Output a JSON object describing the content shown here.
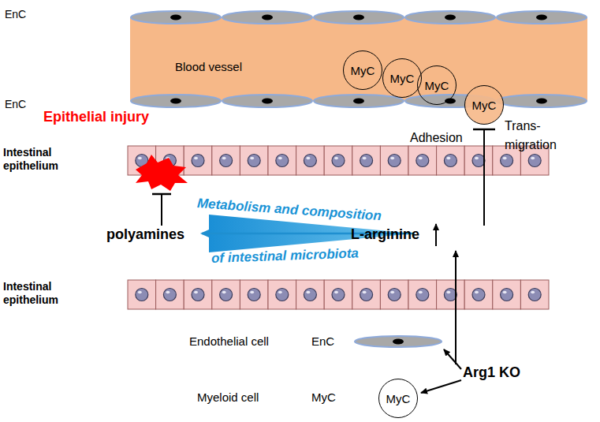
{
  "diagram": {
    "nodes": [
      {
        "text": [
          "Blood vessel"
        ]
      },
      {
        "text": [
          "MyC"
        ],
        "in": 0
      },
      {
        "text": [
          "MyC"
        ],
        "in": 0
      },
      {
        "text": [
          "MyC"
        ],
        "in": 0
      },
      {
        "text": [
          "MyC"
        ],
        "in": 0
      },
      {
        "text": [
          "MyC"
        ]
      }
    ],
    "labels": [
      "EnC",
      "EnC",
      "Epithelial injury",
      "Adhesion",
      "Trans- migration",
      "Intestinal epithelium",
      "Metabolism and composition",
      "polyamines",
      "L-arginine",
      "of intestinal microbiota",
      "Intestinal epithelium",
      "Endothelial cell",
      "EnC",
      "Arg1 KO",
      "Myeloid cell",
      "MyC"
    ]
  }
}
